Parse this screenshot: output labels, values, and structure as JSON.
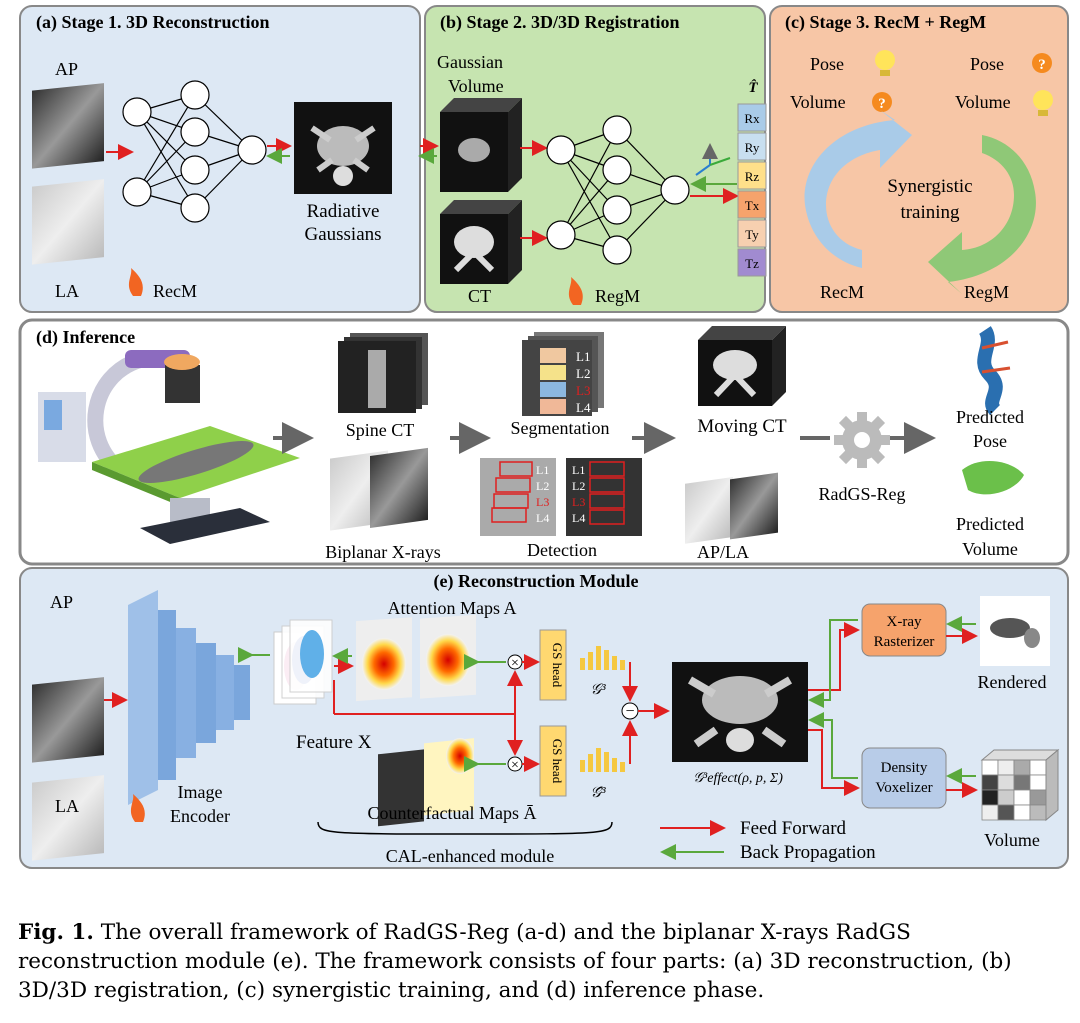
{
  "panels": {
    "a": {
      "title": "(a) Stage 1. 3D Reconstruction",
      "ap": "AP",
      "la": "LA",
      "recm": "RecM",
      "gaussians_l1": "Radiative",
      "gaussians_l2": "Gaussians"
    },
    "b": {
      "title": "(b) Stage 2. 3D/3D Registration",
      "gauss_l1": "Gaussian",
      "gauss_l2": "Volume",
      "ct": "CT",
      "regm": "RegM",
      "t_hat": "T̂",
      "params": [
        "Rx",
        "Ry",
        "Rz",
        "Tx",
        "Ty",
        "Tz"
      ]
    },
    "c": {
      "title": "(c) Stage 3. RecM + RegM",
      "pose_left": "Pose",
      "volume_left": "Volume",
      "pose_right": "Pose",
      "volume_right": "Volume",
      "syn_l1": "Synergistic",
      "syn_l2": "training",
      "recm": "RecM",
      "regm": "RegM"
    },
    "d": {
      "title": "(d) Inference",
      "spine_ct": "Spine CT",
      "biplanar": "Biplanar X-rays",
      "segmentation": "Segmentation",
      "detection": "Detection",
      "moving_ct": "Moving CT",
      "aplа": "AP/LA",
      "radgs": "RadGS-Reg",
      "pp_l1": "Predicted",
      "pp_l2": "Pose",
      "pv_l1": "Predicted",
      "pv_l2": "Volume",
      "vertebrae": [
        "L1",
        "L2",
        "L3",
        "L4"
      ]
    },
    "e": {
      "title": "(e) Reconstruction Module",
      "ap": "AP",
      "la": "LA",
      "enc_l1": "Image",
      "enc_l2": "Encoder",
      "feature": "Feature X",
      "attention": "Attention Maps A",
      "counterfactual": "Counterfactual Maps Ā",
      "gs_head": "GS head",
      "g3": "𝒢³",
      "g3_hat": "𝒢̂³",
      "g_effect": "𝒢³effect(ρ, p, Σ)",
      "xray_l1": "X-ray",
      "xray_l2": "Rasterizer",
      "dens_l1": "Density",
      "dens_l2": "Voxelizer",
      "rendered": "Rendered",
      "volume": "Volume",
      "cal": "CAL-enhanced module",
      "ff": "Feed Forward",
      "bp": "Back Propagation",
      "times": "×",
      "minus": "−"
    }
  },
  "caption": {
    "label": "Fig. 1.",
    "text": "The overall framework of RadGS-Reg (a-d) and the biplanar X-rays RadGS reconstruction module (e). The framework consists of four parts: (a) 3D reconstruction, (b) 3D/3D registration, (c) synergistic training, and (d) inference phase."
  },
  "colors": {
    "blue_bg": "#dde8f4",
    "green_bg": "#c6e4b0",
    "orange_bg": "#f7c6a6",
    "forward": "#e02020",
    "back": "#5aa83c"
  }
}
